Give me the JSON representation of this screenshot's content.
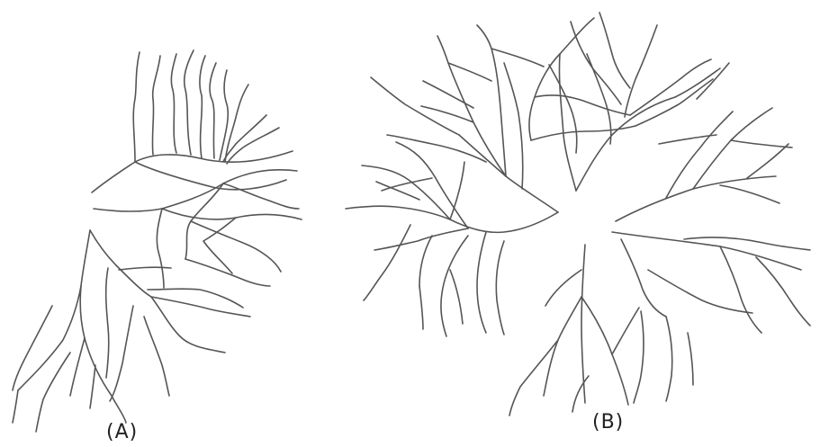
{
  "figure": {
    "panels": [
      {
        "id": "A",
        "label": "(A)"
      },
      {
        "id": "B",
        "label": "(B)"
      }
    ],
    "line_color": "#555555",
    "background": "#ffffff"
  }
}
